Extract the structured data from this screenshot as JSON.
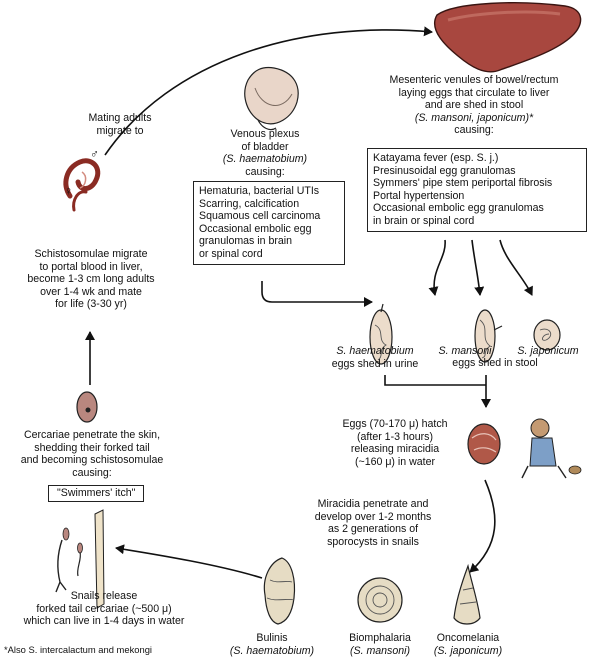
{
  "stages": {
    "mating": [
      "Mating adults",
      "migrate to"
    ],
    "liver_caption": [
      "Mesenteric venules of bowel/rectum",
      "laying eggs that circulate to liver",
      "and are shed in stool",
      "(S. mansoni, japonicum)*",
      "causing:"
    ],
    "bladder_caption": [
      "Venous plexus",
      "of bladder",
      "(S. haematobium)",
      "causing:"
    ],
    "schistosomulae": [
      "Schistosomulae migrate",
      "to portal blood in liver,",
      "become 1-3 cm long adults",
      "over 1-4 wk and mate",
      "for life (3-30 yr)"
    ],
    "cercariae_penetrate": [
      "Cercariae penetrate the skin,",
      "shedding their forked tail",
      "and becoming schistosomulae",
      "causing:"
    ],
    "swimmers_itch": "\"Swimmers' itch\"",
    "eggs_hatch": [
      "Eggs (70-170 μ) hatch",
      "(after 1-3 hours)",
      "releasing miracidia",
      "(~160 μ) in water"
    ],
    "miracidia": [
      "Miracidia penetrate and",
      "develop over 1-2 months",
      "as 2 generations of",
      "sporocysts in snails"
    ],
    "snails_release": [
      "Snails release",
      "forked tail cercariae (~500 μ)",
      "which can live in 1-4 days in water"
    ]
  },
  "boxes": {
    "liver_effects": [
      "Katayama fever (esp. S. j.)",
      "Presinusoidal egg granulomas",
      "Symmers' pipe stem periportal fibrosis",
      "Portal hypertension",
      "Occasional embolic egg granulomas",
      " in brain or spinal cord"
    ],
    "bladder_effects": [
      "Hematuria, bacterial UTIs",
      "Scarring, calcification",
      "Squamous cell carcinoma",
      "Occasional embolic egg",
      " granulomas in brain",
      " or spinal cord"
    ]
  },
  "eggs": {
    "haematobium": [
      "S. haematobium",
      "eggs shed in urine"
    ],
    "mansoni": "S. mansoni",
    "japonicum": "S. japonicum",
    "stool": "eggs shed in stool"
  },
  "snails": {
    "bulinis": [
      "Bulinis",
      "(S. haematobium)"
    ],
    "biomphalaria": [
      "Biomphalaria",
      "(S. mansoni)"
    ],
    "oncomelania": [
      "Oncomelania",
      "(S. japonicum)"
    ]
  },
  "sex_symbols": {
    "male": "♂",
    "female": "♀"
  },
  "footnote": "*Also S. intercalactum and mekongi",
  "colors": {
    "liver": "#a8473f",
    "liver_light": "#c9776c",
    "worm": "#8a2b23",
    "egg_fill": "#ecdccb",
    "cercaria": "#b9877f",
    "snail_shell": "#e6dcc4",
    "skin": "#e9d3b7",
    "miracidium": "#b05848",
    "line": "#111111"
  }
}
